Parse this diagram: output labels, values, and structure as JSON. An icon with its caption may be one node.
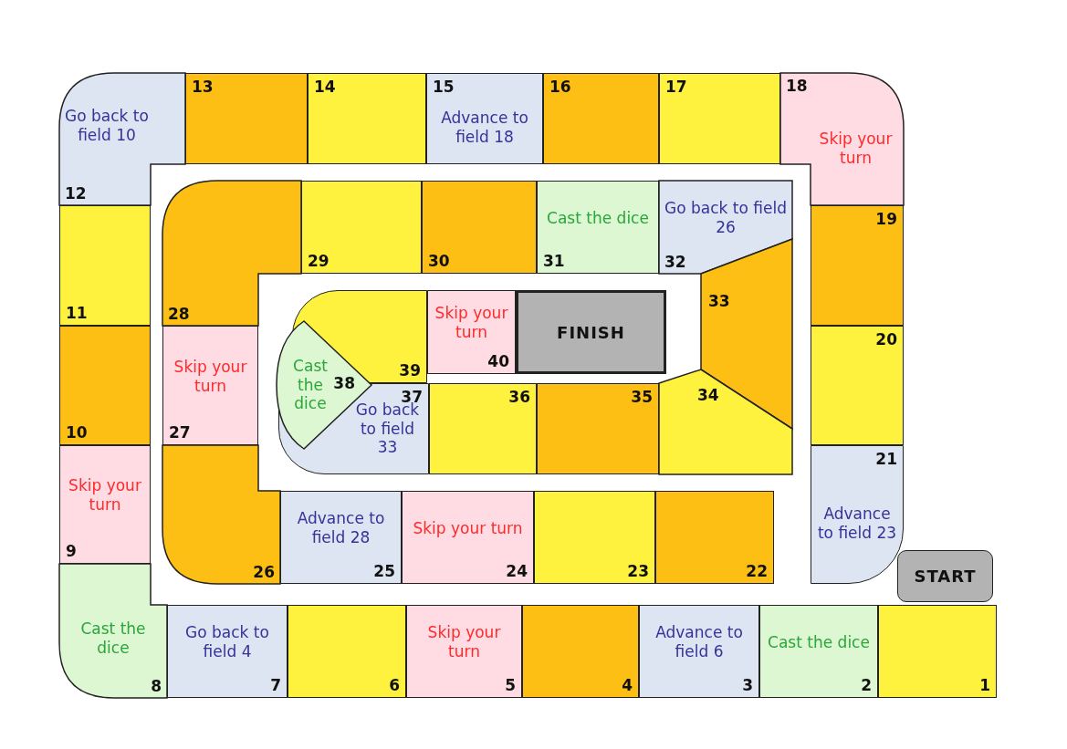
{
  "diagram": {
    "nodes": [
      {
        "text": [
          "1"
        ]
      },
      {
        "text": [
          "Cast the dice",
          "2"
        ]
      },
      {
        "text": [
          "Advance to field 6",
          "3"
        ]
      },
      {
        "text": [
          "4"
        ]
      },
      {
        "text": [
          "Skip your turn",
          "5"
        ]
      },
      {
        "text": [
          "6"
        ]
      },
      {
        "text": [
          "Go back to field 4",
          "7"
        ]
      },
      {
        "text": [
          "Cast the dice",
          "8"
        ]
      },
      {
        "text": [
          "Skip your turn",
          "9"
        ]
      },
      {
        "text": [
          "10"
        ]
      },
      {
        "text": [
          "11"
        ]
      },
      {
        "text": [
          "Go back to field 10",
          "12"
        ]
      },
      {
        "text": [
          "13"
        ]
      },
      {
        "text": [
          "14"
        ]
      },
      {
        "text": [
          "15",
          "Advance to field 18"
        ]
      },
      {
        "text": [
          "16"
        ]
      },
      {
        "text": [
          "17"
        ]
      },
      {
        "text": [
          "18",
          "Skip your turn"
        ]
      },
      {
        "text": [
          "19"
        ]
      },
      {
        "text": [
          "20"
        ]
      },
      {
        "text": [
          "21",
          "Advance to field 23"
        ]
      },
      {
        "text": [
          "22"
        ]
      },
      {
        "text": [
          "23"
        ]
      },
      {
        "text": [
          "Skip your turn",
          "24"
        ]
      },
      {
        "text": [
          "Advance to field 28",
          "25"
        ]
      },
      {
        "text": [
          "26"
        ]
      },
      {
        "text": [
          "Skip your turn",
          "27"
        ]
      },
      {
        "text": [
          "28"
        ]
      },
      {
        "text": [
          "29"
        ]
      },
      {
        "text": [
          "30"
        ]
      },
      {
        "text": [
          "Cast the dice",
          "31"
        ]
      },
      {
        "text": [
          "Go back to field 26",
          "32"
        ]
      },
      {
        "text": [
          "33"
        ]
      },
      {
        "text": [
          "34"
        ]
      },
      {
        "text": [
          "35"
        ]
      },
      {
        "text": [
          "36"
        ]
      },
      {
        "text": [
          "37",
          "Go back to field 33"
        ]
      },
      {
        "text": [
          "Cast the dice",
          "38"
        ]
      },
      {
        "text": [
          "39"
        ]
      },
      {
        "text": [
          "Skip your turn",
          "40"
        ]
      },
      {
        "text": [
          "START"
        ]
      },
      {
        "text": [
          "FINISH"
        ]
      }
    ]
  }
}
